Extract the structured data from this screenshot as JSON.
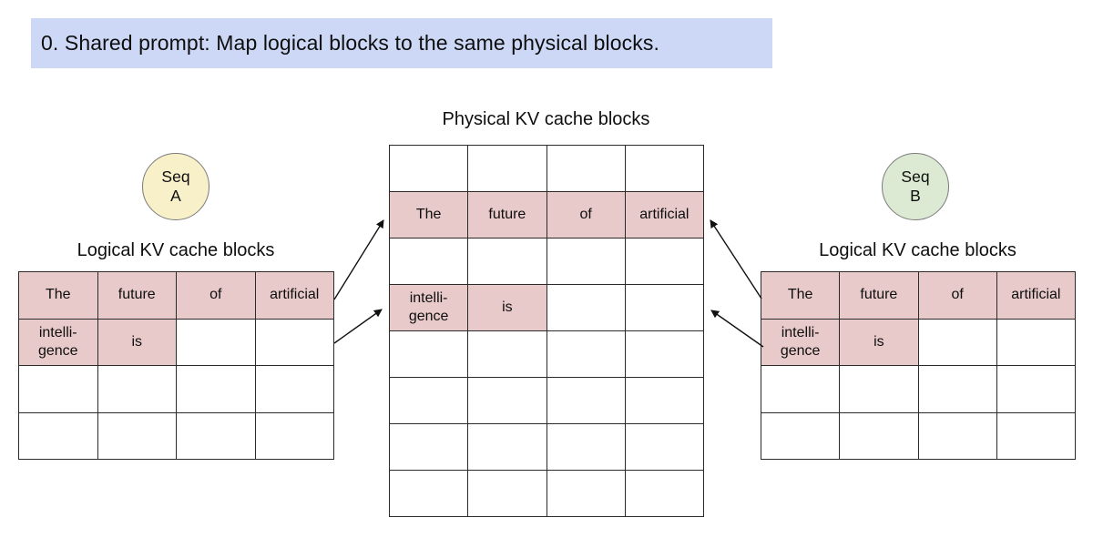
{
  "banner": {
    "text": "0. Shared prompt: Map logical blocks to the same physical blocks."
  },
  "colors": {
    "banner_bg": "#ccd8f5",
    "highlight": "#e9caca",
    "seq_a_bg": "#f8f0c9",
    "seq_b_bg": "#dcead3",
    "table_border": "#2b2b2b",
    "arrow": "#111111"
  },
  "seq_a": {
    "line1": "Seq",
    "line2": "A"
  },
  "seq_b": {
    "line1": "Seq",
    "line2": "B"
  },
  "left_table": {
    "title": "Logical KV cache blocks",
    "rows": [
      [
        {
          "t": "The",
          "h": true
        },
        {
          "t": "future",
          "h": true
        },
        {
          "t": "of",
          "h": true
        },
        {
          "t": "artificial",
          "h": true
        }
      ],
      [
        {
          "t": "intelli-\ngence",
          "h": true
        },
        {
          "t": "is",
          "h": true
        },
        {
          "t": "",
          "h": false
        },
        {
          "t": "",
          "h": false
        }
      ],
      [
        {
          "t": "",
          "h": false
        },
        {
          "t": "",
          "h": false
        },
        {
          "t": "",
          "h": false
        },
        {
          "t": "",
          "h": false
        }
      ],
      [
        {
          "t": "",
          "h": false
        },
        {
          "t": "",
          "h": false
        },
        {
          "t": "",
          "h": false
        },
        {
          "t": "",
          "h": false
        }
      ]
    ]
  },
  "physical_table": {
    "title": "Physical KV cache blocks",
    "rows": [
      [
        {
          "t": "",
          "h": false
        },
        {
          "t": "",
          "h": false
        },
        {
          "t": "",
          "h": false
        },
        {
          "t": "",
          "h": false
        }
      ],
      [
        {
          "t": "The",
          "h": true
        },
        {
          "t": "future",
          "h": true
        },
        {
          "t": "of",
          "h": true
        },
        {
          "t": "artificial",
          "h": true
        }
      ],
      [
        {
          "t": "",
          "h": false
        },
        {
          "t": "",
          "h": false
        },
        {
          "t": "",
          "h": false
        },
        {
          "t": "",
          "h": false
        }
      ],
      [
        {
          "t": "intelli-\ngence",
          "h": true
        },
        {
          "t": "is",
          "h": true
        },
        {
          "t": "",
          "h": false
        },
        {
          "t": "",
          "h": false
        }
      ],
      [
        {
          "t": "",
          "h": false
        },
        {
          "t": "",
          "h": false
        },
        {
          "t": "",
          "h": false
        },
        {
          "t": "",
          "h": false
        }
      ],
      [
        {
          "t": "",
          "h": false
        },
        {
          "t": "",
          "h": false
        },
        {
          "t": "",
          "h": false
        },
        {
          "t": "",
          "h": false
        }
      ],
      [
        {
          "t": "",
          "h": false
        },
        {
          "t": "",
          "h": false
        },
        {
          "t": "",
          "h": false
        },
        {
          "t": "",
          "h": false
        }
      ],
      [
        {
          "t": "",
          "h": false
        },
        {
          "t": "",
          "h": false
        },
        {
          "t": "",
          "h": false
        },
        {
          "t": "",
          "h": false
        }
      ]
    ]
  },
  "right_table": {
    "title": "Logical KV cache blocks",
    "rows": [
      [
        {
          "t": "The",
          "h": true
        },
        {
          "t": "future",
          "h": true
        },
        {
          "t": "of",
          "h": true
        },
        {
          "t": "artificial",
          "h": true
        }
      ],
      [
        {
          "t": "intelli-\ngence",
          "h": true
        },
        {
          "t": "is",
          "h": true
        },
        {
          "t": "",
          "h": false
        },
        {
          "t": "",
          "h": false
        }
      ],
      [
        {
          "t": "",
          "h": false
        },
        {
          "t": "",
          "h": false
        },
        {
          "t": "",
          "h": false
        },
        {
          "t": "",
          "h": false
        }
      ],
      [
        {
          "t": "",
          "h": false
        },
        {
          "t": "",
          "h": false
        },
        {
          "t": "",
          "h": false
        },
        {
          "t": "",
          "h": false
        }
      ]
    ]
  },
  "arrows": [
    {
      "from": "seq-a-logical-block-0",
      "to": "physical-block-1"
    },
    {
      "from": "seq-a-logical-block-1",
      "to": "physical-block-3"
    },
    {
      "from": "seq-b-logical-block-0",
      "to": "physical-block-1"
    },
    {
      "from": "seq-b-logical-block-1",
      "to": "physical-block-3"
    }
  ]
}
